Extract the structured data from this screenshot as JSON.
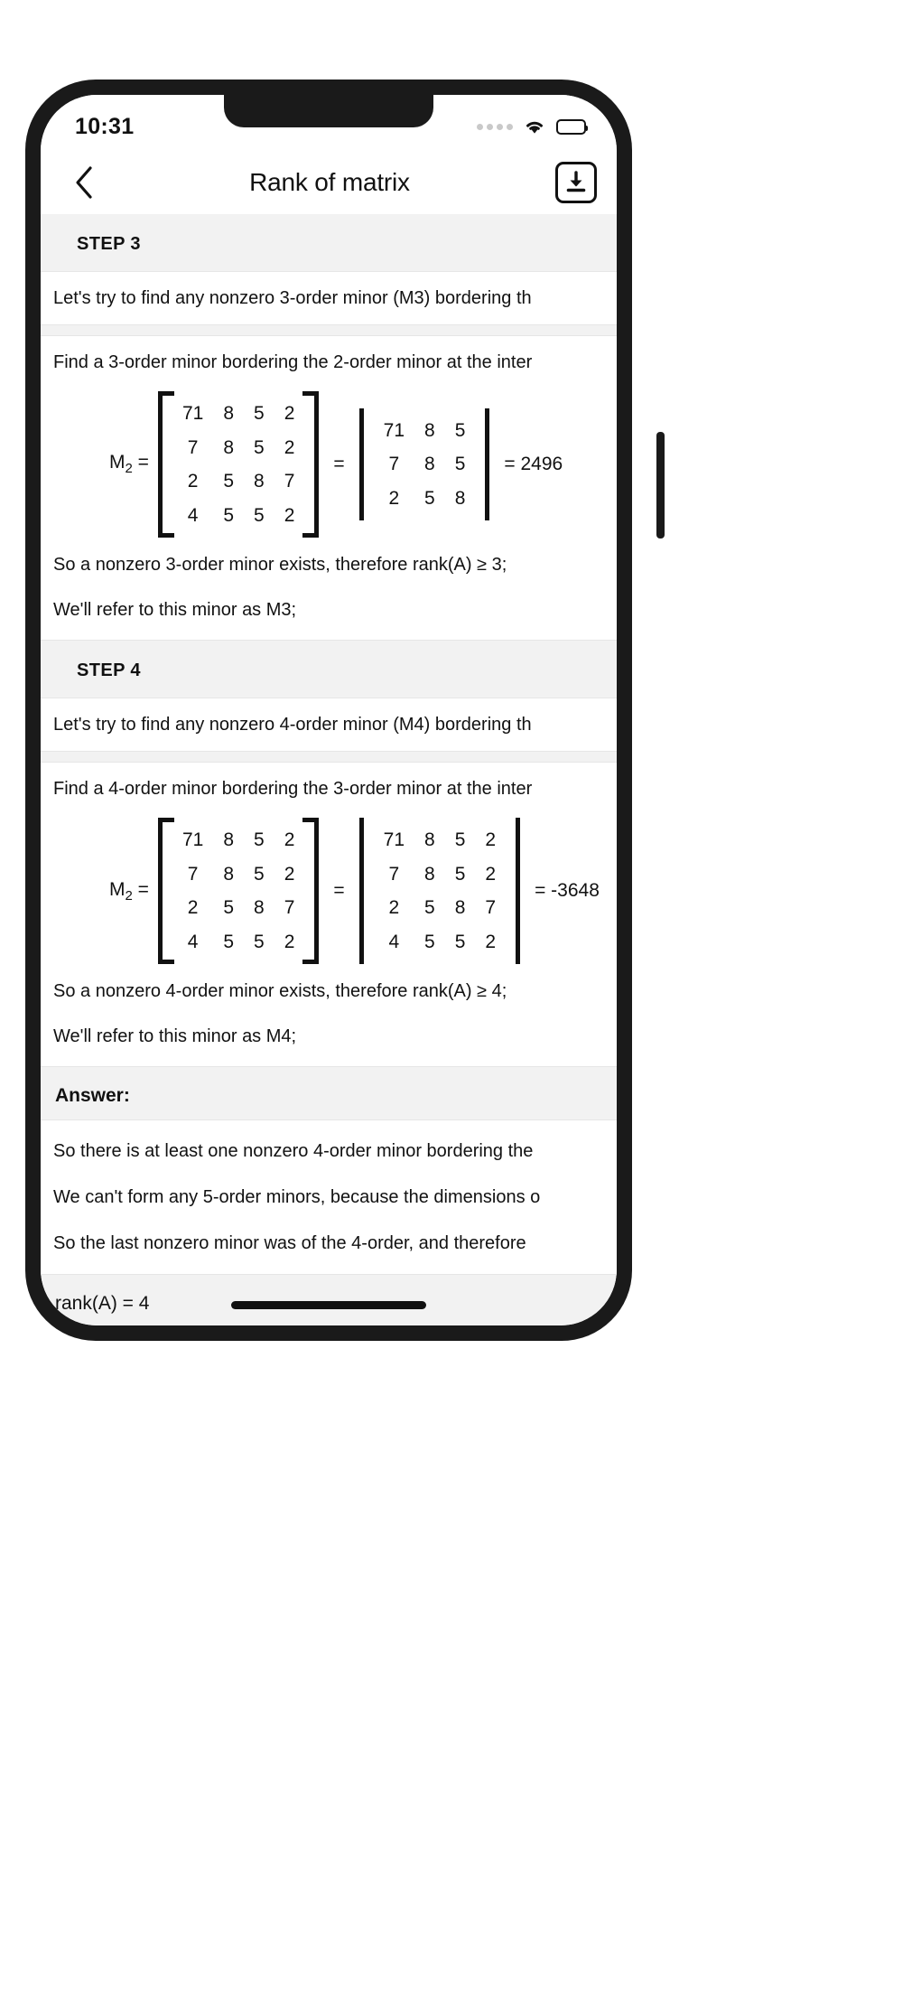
{
  "status_bar": {
    "time": "10:31",
    "signal_icon": "signal-dots-icon",
    "wifi_icon": "wifi-icon",
    "battery_icon": "battery-full-icon"
  },
  "nav": {
    "back_icon": "chevron-left-icon",
    "title": "Rank of matrix",
    "download_icon": "download-icon"
  },
  "steps": [
    {
      "heading": "STEP 3",
      "intro": "Let's try to find any nonzero 3-order minor (M3) bordering th",
      "task": "Find a 3-order minor bordering the 2-order minor at the inter",
      "equation": {
        "label": "M2 =",
        "equals": "=",
        "matrix": {
          "rows": [
            [
              {
                "v": "71",
                "c": "blue"
              },
              {
                "v": "8",
                "c": "blue"
              },
              {
                "v": "5",
                "c": "red"
              },
              {
                "v": "2",
                "c": "gray"
              }
            ],
            [
              {
                "v": "7",
                "c": "blue"
              },
              {
                "v": "8",
                "c": "blue"
              },
              {
                "v": "5",
                "c": "red"
              },
              {
                "v": "2",
                "c": "gray"
              }
            ],
            [
              {
                "v": "2",
                "c": "red"
              },
              {
                "v": "5",
                "c": "red"
              },
              {
                "v": "8",
                "c": "red"
              },
              {
                "v": "7",
                "c": "gray"
              }
            ],
            [
              {
                "v": "4",
                "c": "gray"
              },
              {
                "v": "5",
                "c": "gray"
              },
              {
                "v": "5",
                "c": "gray"
              },
              {
                "v": "2",
                "c": "gray"
              }
            ]
          ]
        },
        "determinant_matrix": {
          "rows": [
            [
              {
                "v": "71",
                "c": "black"
              },
              {
                "v": "8",
                "c": "black"
              },
              {
                "v": "5",
                "c": "black"
              }
            ],
            [
              {
                "v": "7",
                "c": "black"
              },
              {
                "v": "8",
                "c": "black"
              },
              {
                "v": "5",
                "c": "black"
              }
            ],
            [
              {
                "v": "2",
                "c": "black"
              },
              {
                "v": "5",
                "c": "black"
              },
              {
                "v": "8",
                "c": "black"
              }
            ]
          ]
        },
        "result": "= 2496"
      },
      "conclusion_1": "So a nonzero 3-order minor exists, therefore rank(A) ≥ 3;",
      "conclusion_2": "We'll refer to this minor as M3;"
    },
    {
      "heading": "STEP 4",
      "intro": "Let's try to find any nonzero 4-order minor (M4) bordering th",
      "task": "Find a 4-order minor bordering the 3-order minor at the inter",
      "equation": {
        "label": "M2 =",
        "equals": "=",
        "matrix": {
          "rows": [
            [
              {
                "v": "71",
                "c": "blue"
              },
              {
                "v": "8",
                "c": "blue"
              },
              {
                "v": "5",
                "c": "blue"
              },
              {
                "v": "2",
                "c": "red"
              }
            ],
            [
              {
                "v": "7",
                "c": "blue"
              },
              {
                "v": "8",
                "c": "blue"
              },
              {
                "v": "5",
                "c": "blue"
              },
              {
                "v": "2",
                "c": "red"
              }
            ],
            [
              {
                "v": "2",
                "c": "blue"
              },
              {
                "v": "5",
                "c": "blue"
              },
              {
                "v": "8",
                "c": "blue"
              },
              {
                "v": "7",
                "c": "red"
              }
            ],
            [
              {
                "v": "4",
                "c": "red"
              },
              {
                "v": "5",
                "c": "red"
              },
              {
                "v": "5",
                "c": "red"
              },
              {
                "v": "2",
                "c": "red"
              }
            ]
          ]
        },
        "determinant_matrix": {
          "rows": [
            [
              {
                "v": "71",
                "c": "black"
              },
              {
                "v": "8",
                "c": "black"
              },
              {
                "v": "5",
                "c": "black"
              },
              {
                "v": "2",
                "c": "black"
              }
            ],
            [
              {
                "v": "7",
                "c": "black"
              },
              {
                "v": "8",
                "c": "black"
              },
              {
                "v": "5",
                "c": "black"
              },
              {
                "v": "2",
                "c": "black"
              }
            ],
            [
              {
                "v": "2",
                "c": "black"
              },
              {
                "v": "5",
                "c": "black"
              },
              {
                "v": "8",
                "c": "black"
              },
              {
                "v": "7",
                "c": "black"
              }
            ],
            [
              {
                "v": "4",
                "c": "black"
              },
              {
                "v": "5",
                "c": "black"
              },
              {
                "v": "5",
                "c": "black"
              },
              {
                "v": "2",
                "c": "black"
              }
            ]
          ]
        },
        "result": "= -3648"
      },
      "conclusion_1": "So a nonzero 4-order minor exists, therefore rank(A) ≥ 4;",
      "conclusion_2": "We'll refer to this minor as M4;"
    }
  ],
  "answer": {
    "heading": "Answer:",
    "lines": [
      "So there is at least one nonzero 4-order minor bordering the",
      "We can't form any 5-order minors, because the dimensions o",
      "So the last nonzero minor was of the 4-order, and therefore "
    ],
    "rank_result": "rank(A) = 4"
  },
  "colors": {
    "blue": "#1a21ff",
    "red": "#fb0a0a",
    "gray": "#b4b4b4",
    "black": "#111111",
    "page_bg": "#f2f2f2",
    "card_bg": "#ffffff"
  }
}
